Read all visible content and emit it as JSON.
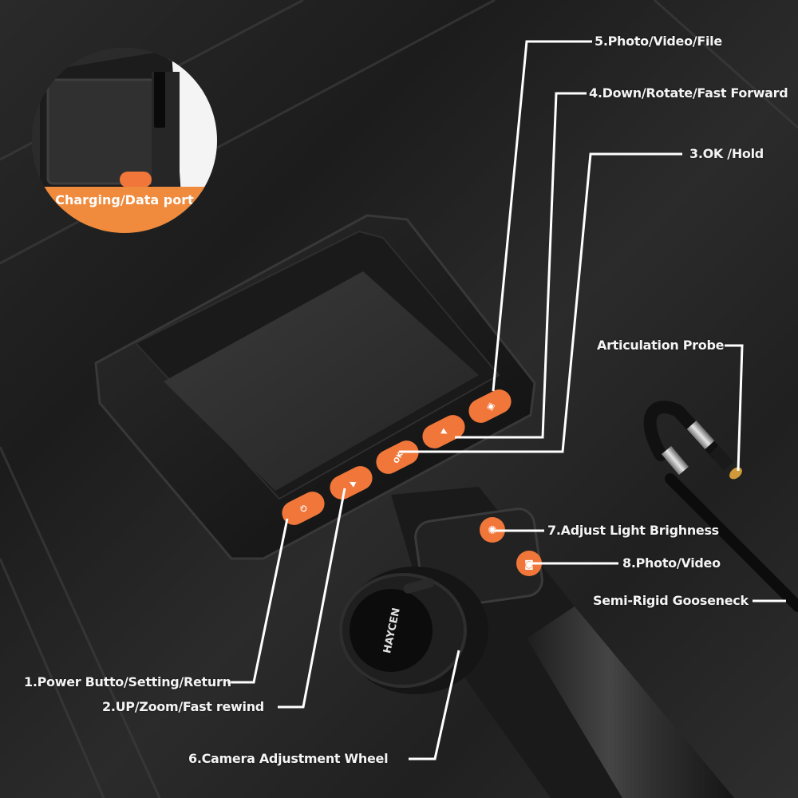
{
  "diagram": {
    "subject": "Articulating endoscope / borescope inspection camera",
    "brand": "HAYCEN",
    "colors": {
      "accent": "#f0763a",
      "band": "#f08a3c",
      "body": "#141414",
      "label_text": "#f4f4f4",
      "line": "#ffffff"
    },
    "inset": {
      "label": "Charging/Data port"
    },
    "callouts": [
      {
        "id": "c5",
        "label": "5.Photo/Video/File"
      },
      {
        "id": "c4",
        "label": "4.Down/Rotate/Fast Forward"
      },
      {
        "id": "c3",
        "label": "3.OK /Hold"
      },
      {
        "id": "probe",
        "label": "Articulation Probe"
      },
      {
        "id": "c7",
        "label": "7.Adjust Light Brighness"
      },
      {
        "id": "c8",
        "label": "8.Photo/Video"
      },
      {
        "id": "gooseneck",
        "label": "Semi-Rigid Gooseneck"
      },
      {
        "id": "c1",
        "label": "1.Power Butto/Setting/Return"
      },
      {
        "id": "c2",
        "label": "2.UP/Zoom/Fast rewind"
      },
      {
        "id": "c6",
        "label": "6.Camera Adjustment Wheel"
      }
    ],
    "buttons": [
      {
        "name": "power-setting-return-button",
        "icon": "power-icon"
      },
      {
        "name": "up-zoom-rewind-button",
        "icon": "up-icon"
      },
      {
        "name": "ok-hold-button",
        "icon": "ok-icon"
      },
      {
        "name": "down-rotate-forward-button",
        "icon": "down-icon"
      },
      {
        "name": "photo-video-file-button",
        "icon": "file-icon"
      },
      {
        "name": "light-brightness-button",
        "icon": "sun-icon"
      },
      {
        "name": "photo-video-button",
        "icon": "camera-icon"
      }
    ]
  }
}
